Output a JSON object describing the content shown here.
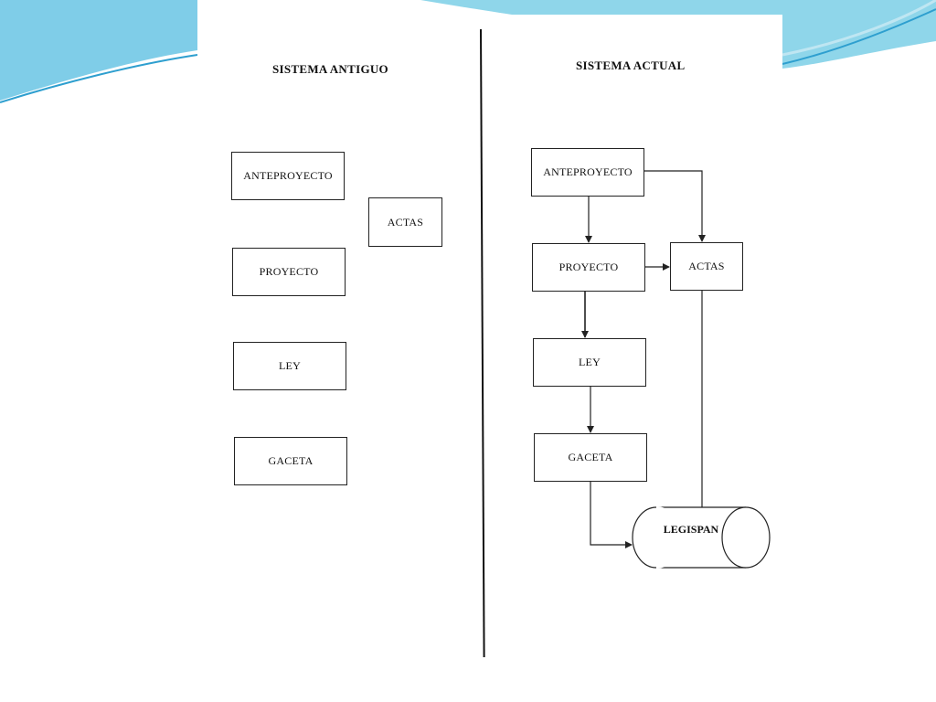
{
  "colors": {
    "accent_blue": "#6ec6e6",
    "accent_dark": "#2e9fcf",
    "line": "#222222"
  },
  "old_system": {
    "title": "SISTEMA ANTIGUO",
    "boxes": {
      "anteproyecto": "ANTEPROYECTO",
      "actas": "ACTAS",
      "proyecto": "PROYECTO",
      "ley": "LEY",
      "gaceta": "GACETA"
    }
  },
  "new_system": {
    "title": "SISTEMA ACTUAL",
    "boxes": {
      "anteproyecto": "ANTEPROYECTO",
      "proyecto": "PROYECTO",
      "actas": "ACTAS",
      "ley": "LEY",
      "gaceta": "GACETA",
      "legispan": "LEGISPAN"
    }
  }
}
